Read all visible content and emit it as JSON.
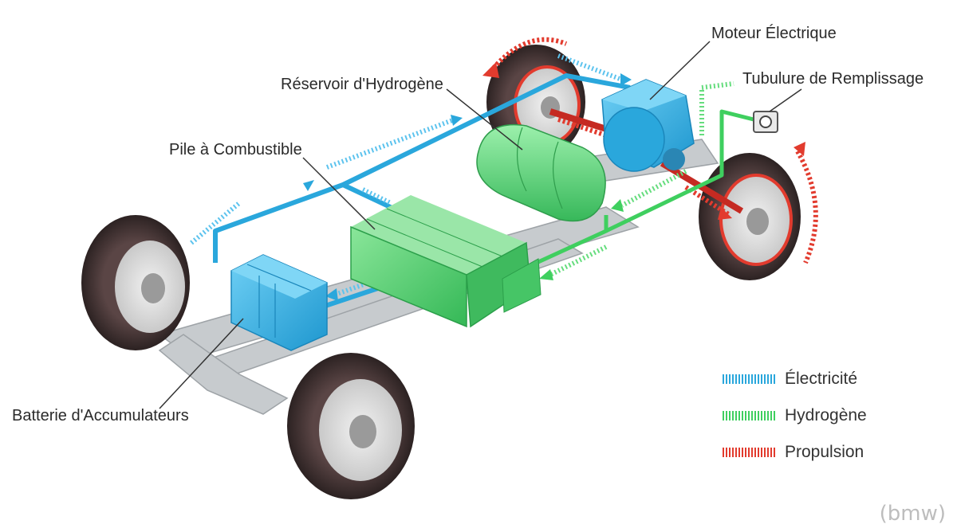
{
  "labels": {
    "motor": "Moteur Électrique",
    "filler": "Tubulure de Remplissage",
    "tank": "Réservoir d'Hydrogène",
    "fuel_cell": "Pile à Combustible",
    "battery": "Batterie d'Accumulateurs"
  },
  "legend": [
    {
      "label": "Électricité",
      "color": "#2aa7dc"
    },
    {
      "label": "Hydrogène",
      "color": "#3fcf5f"
    },
    {
      "label": "Propulsion",
      "color": "#e23b2e"
    }
  ],
  "watermark": "(bmw)",
  "colors": {
    "electric": "#2aa7dc",
    "hydrogen": "#3fcf5f",
    "propulsion": "#e23b2e",
    "component_blue": "#35b6e6",
    "component_green": "#4fd070",
    "tire": "#3a2f2f",
    "chassis": "#bfc3c6"
  }
}
